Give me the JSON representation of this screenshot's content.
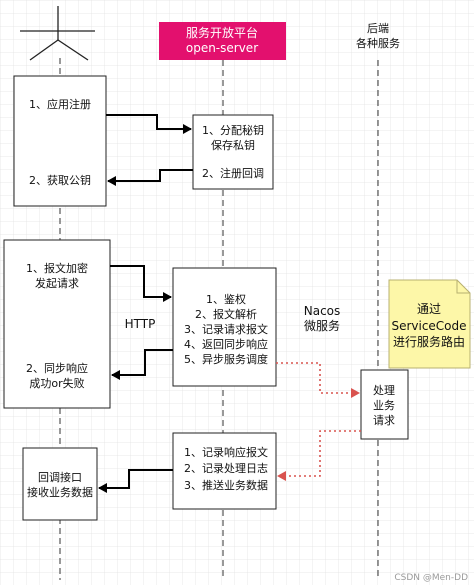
{
  "participants": {
    "platform": {
      "line1": "服务开放平台",
      "line2": "open-server",
      "color": "#e3106e"
    },
    "backend": {
      "line1": "后端",
      "line2": "各种服务"
    }
  },
  "client": {
    "box1": [
      "1、应用注册",
      "2、获取公钥"
    ],
    "box2": [
      "1、报文加密",
      "发起请求",
      "2、同步响应",
      "成功or失败"
    ],
    "box3": [
      "回调接口",
      "接收业务数据"
    ]
  },
  "server": {
    "box1": [
      "1、分配秘钥",
      "保存私钥",
      "2、注册回调"
    ],
    "box2": [
      "1、鉴权",
      "2、报文解析",
      "3、记录请求报文",
      "4、返回同步响应",
      "5、异步服务调度"
    ],
    "box3": [
      "1、记录响应报文",
      "2、记录处理日志",
      "3、推送业务数据"
    ]
  },
  "labels": {
    "http": "HTTP",
    "nacos": [
      "Nacos",
      "微服务"
    ]
  },
  "backend_box": [
    "处理",
    "业务",
    "请求"
  ],
  "note": {
    "lines": [
      "通过",
      "ServiceCode",
      "进行服务路由"
    ],
    "fill": "#fdf7a8"
  },
  "watermark": "CSDN @Men-DD",
  "colors": {
    "red_dotted": "#d9534f",
    "grid": "#dcdcdc"
  }
}
